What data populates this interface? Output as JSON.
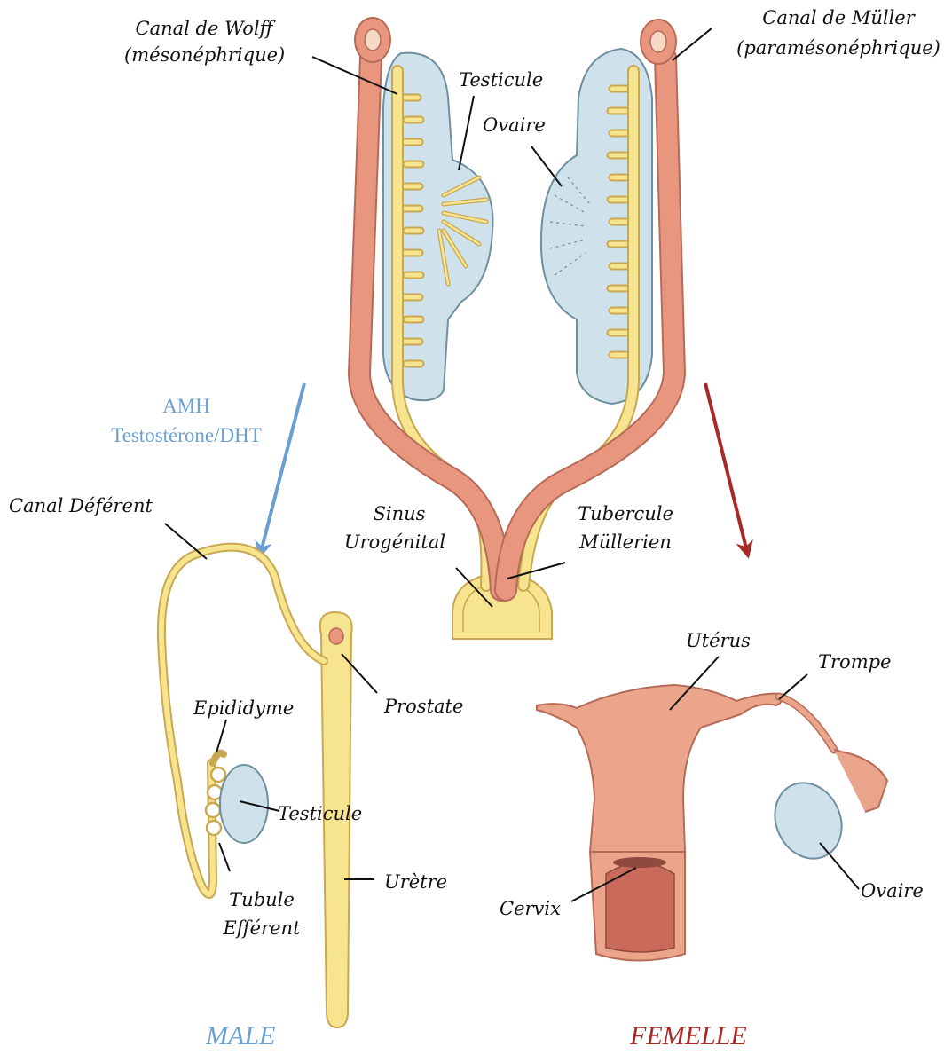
{
  "colors": {
    "wolff_duct": "#f7e48f",
    "wolff_outline": "#c8a850",
    "muller_duct": "#e8967e",
    "muller_outline": "#b66a58",
    "gonad": "#cfe2ec",
    "gonad_outline": "#6f8f9f",
    "male_arrow": "#6a9fd4",
    "female_arrow": "#a92a24",
    "male_text": "#6a9fd4",
    "female_text": "#a92a24",
    "uterus": "#eba58b",
    "cervix_inner": "#c96a5a"
  },
  "labels": {
    "canal_wolff": "Canal de Wolff",
    "mesonephrique": "(mésonéphrique)",
    "testicule_top": "Testicule",
    "ovaire_top": "Ovaire",
    "canal_muller": "Canal de Müller",
    "paramesonephrique": "(paramésonéphrique)",
    "sinus": "Sinus",
    "urogenital": "Urogénital",
    "tubercule": "Tubercule",
    "mullerien": "Müllerien",
    "canal_deferent": "Canal Déférent",
    "prostate": "Prostate",
    "epididyme": "Epididyme",
    "testicule_male": "Testicule",
    "uretre": "Urètre",
    "tubule": "Tubule",
    "efferent": "Efférent",
    "uterus": "Utérus",
    "trompe": "Trompe",
    "cervix": "Cervix",
    "ovaire_female": "Ovaire"
  },
  "hormones": {
    "line1": "AMH",
    "line2": "Testostérone/DHT"
  },
  "captions": {
    "male": "MALE",
    "female": "FEMELLE"
  }
}
